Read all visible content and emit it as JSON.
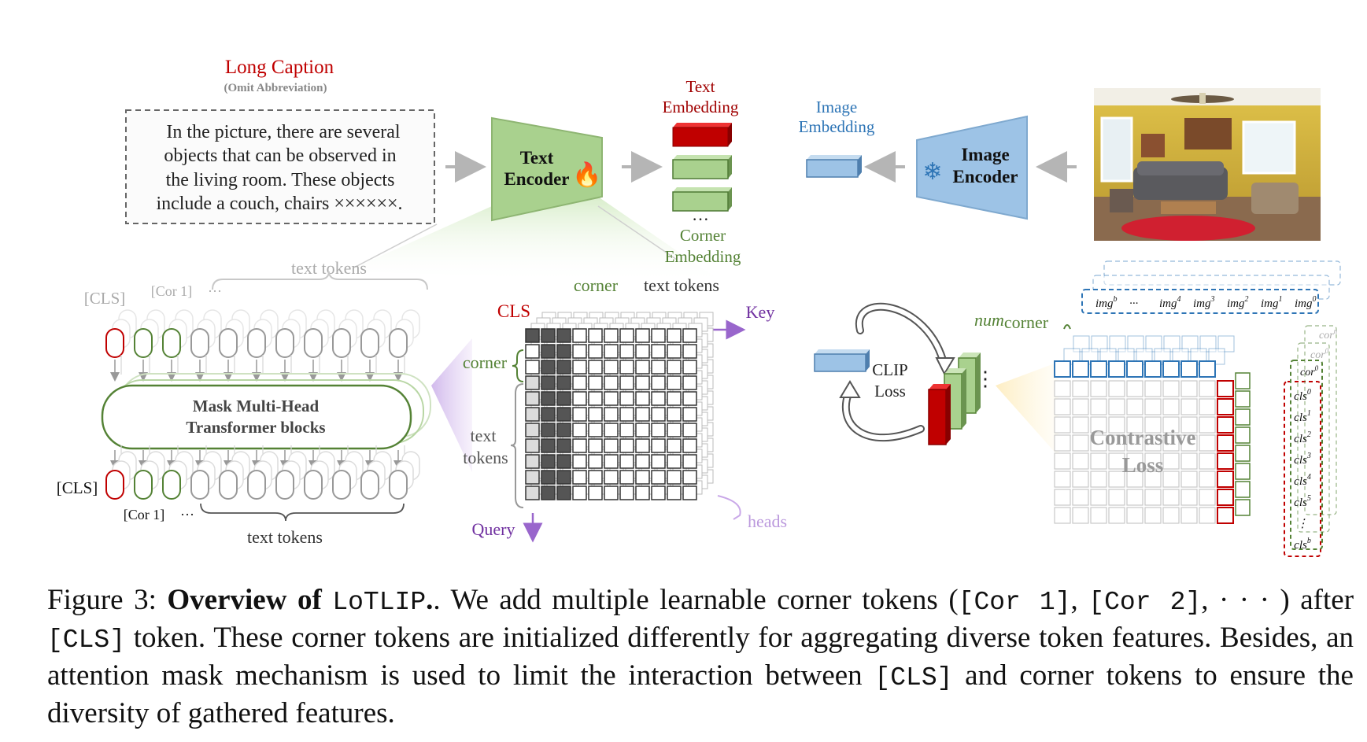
{
  "long_caption": {
    "title": "Long Caption",
    "subtitle": "(Omit Abbreviation)",
    "lines": [
      "In the picture, there are several",
      "objects that can be observed in",
      "the living room. These objects",
      "include a couch, chairs ××××××."
    ]
  },
  "text_encoder": {
    "line1": "Text",
    "line2": "Encoder",
    "flame": "🔥"
  },
  "text_embedding": {
    "line1": "Text",
    "line2": "Embedding"
  },
  "corner_embedding": {
    "dots": "···",
    "line1": "Corner",
    "line2": "Embedding"
  },
  "image_embedding": {
    "line1": "Image",
    "line2": "Embedding"
  },
  "image_encoder": {
    "line1": "Image",
    "line2": "Encoder",
    "snow": "❄"
  },
  "left_block": {
    "text_tokens_top": "text tokens",
    "cls_top": "[CLS]",
    "cor1_top": "[Cor 1]",
    "dots_top": "···",
    "transformer_line1": "Mask Multi-Head",
    "transformer_line2": "Transformer blocks",
    "cls_bottom": "[CLS]",
    "cor1_bottom": "[Cor 1]",
    "dots_bottom": "···",
    "text_tokens_bottom": "text tokens"
  },
  "attention": {
    "corner_top": "corner",
    "text_tokens_top": "text tokens",
    "cls": "CLS",
    "key": "Key",
    "corner_left": "corner",
    "text_left_1": "text",
    "text_left_2": "tokens",
    "query": "Query",
    "heads": "heads"
  },
  "clip": {
    "line1": "CLIP",
    "line2": "Loss",
    "dots": "⋮"
  },
  "contrastive": {
    "num_prefix": "num",
    "num_suffix": "corner",
    "img_labels": [
      "img",
      "···",
      "img",
      "img",
      "img",
      "img",
      "img"
    ],
    "img_sups": [
      "b",
      "",
      "4",
      "3",
      "2",
      "1",
      "0"
    ],
    "loss_line1": "Contrastive",
    "loss_line2": "Loss",
    "cor_label": "cor",
    "cls_labels": [
      "cls",
      "cls",
      "cls",
      "cls",
      "cls",
      "cls",
      "⋮",
      "cls"
    ],
    "cls_sups": [
      "0",
      "1",
      "2",
      "3",
      "4",
      "5",
      "",
      "b"
    ]
  },
  "figure_caption": {
    "label": "Figure 3:",
    "bold": "Overview of",
    "name": "LoTLIP",
    "part1": ". We add multiple learnable corner tokens (",
    "cor1": "[Cor 1]",
    "comma1": ", ",
    "cor2": "[Cor 2]",
    "part2": ", · · · ) after ",
    "cls1": "[CLS]",
    "part3": " token. These corner tokens are initialized differently for aggregating diverse token features. Besides, an attention mask mechanism is used to limit the interaction between ",
    "cls2": "[CLS]",
    "part4": " and corner tokens to ensure the diversity of gathered features."
  },
  "colors": {
    "red": "#c00000",
    "green_fill": "#a9d18e",
    "green_stroke": "#548235",
    "blue_fill": "#9dc3e6",
    "blue_stroke": "#2e75b6",
    "purple": "#7030a0",
    "gray": "#9a9a9a",
    "dark_cell": "#555555"
  }
}
